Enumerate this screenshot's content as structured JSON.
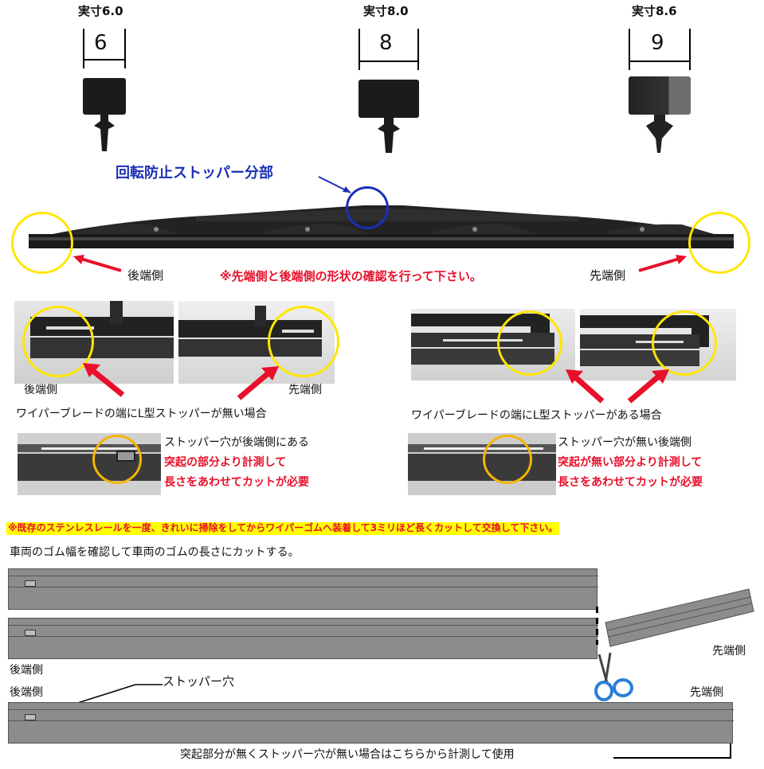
{
  "top_profiles": [
    {
      "caption": "実寸6.0",
      "width": "6"
    },
    {
      "caption": "実寸8.0",
      "width": "8"
    },
    {
      "caption": "実寸8.6",
      "width": "9"
    }
  ],
  "blade": {
    "stopper_label": "回転防止ストッパー分部",
    "rear_label": "後端側",
    "front_label": "先端側",
    "notice": "※先端側と後端側の形状の確認を行って下さい。"
  },
  "case_left": {
    "rear_label": "後端側",
    "front_label": "先端側",
    "caption": "ワイパーブレードの端にL型ストッパーが無い場合",
    "note_line1": "ストッパー穴が後端側にある",
    "note_line2": "突起の部分より計測して",
    "note_line3": "長さをあわせてカットが必要"
  },
  "case_right": {
    "caption": "ワイパーブレードの端にL型ストッパーがある場合",
    "note_line1": "ストッパー穴が無い後端側",
    "note_line2": "突起が無い部分より計測して",
    "note_line3": "長さをあわせてカットが必要"
  },
  "instructions": {
    "highlight": "※既存のステンレスレールを一度、きれいに掃除をしてからワイパーゴムへ装着して3ミリほど長くカットして交換して下さい。",
    "line2": "車両のゴム幅を確認して車両のゴムの長さにカットする。"
  },
  "diagram": {
    "rear_label_1": "後端側",
    "front_label_1": "先端側",
    "rear_label_2": "後端側",
    "front_label_2": "先端側",
    "stopper_hole_label": "ストッパー穴",
    "bottom_note": "突起部分が無くストッパー穴が無い場合はこちらから計測して使用"
  },
  "colors": {
    "ring_yellow": "#ffe600",
    "ring_orange": "#f5b400",
    "notice_red": "#e8102a",
    "label_blue": "#1a2fb8",
    "highlight_yellow": "#ffff00",
    "rail_gray": "#8c8c8c"
  }
}
